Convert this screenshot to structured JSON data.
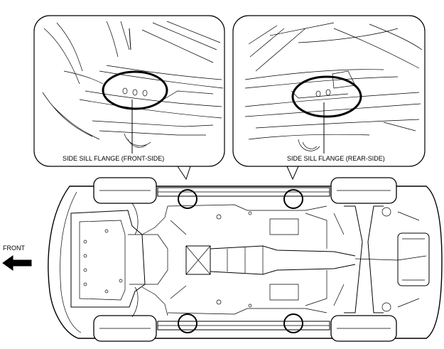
{
  "labels": {
    "front_side_flange": "SIDE SILL FLANGE (FRONT-SIDE)",
    "rear_side_flange": "SIDE SILL FLANGE (REAR-SIDE)",
    "front": "FRONT"
  },
  "colors": {
    "line": "#000000",
    "background": "#ffffff"
  },
  "icons": {
    "direction_arrow": "left-arrow-icon"
  }
}
